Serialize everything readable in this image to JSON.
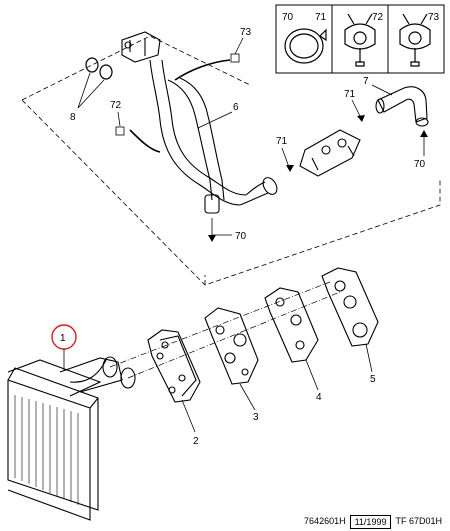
{
  "callouts": {
    "c1": "1",
    "c2": "2",
    "c3": "3",
    "c4": "4",
    "c5": "5",
    "c6": "6",
    "c7": "7",
    "c8": "8",
    "c70a": "70",
    "c70b": "70",
    "c71a": "71",
    "c71b": "71",
    "c72": "72",
    "c73": "73"
  },
  "inset": {
    "a_left": "70",
    "a_right": "71",
    "b": "72",
    "c": "73"
  },
  "footer": {
    "ref": "7642601H",
    "date": "11/1999",
    "code": "TF 67D01H"
  },
  "colors": {
    "line": "#000000",
    "highlight": "#cc2222"
  }
}
